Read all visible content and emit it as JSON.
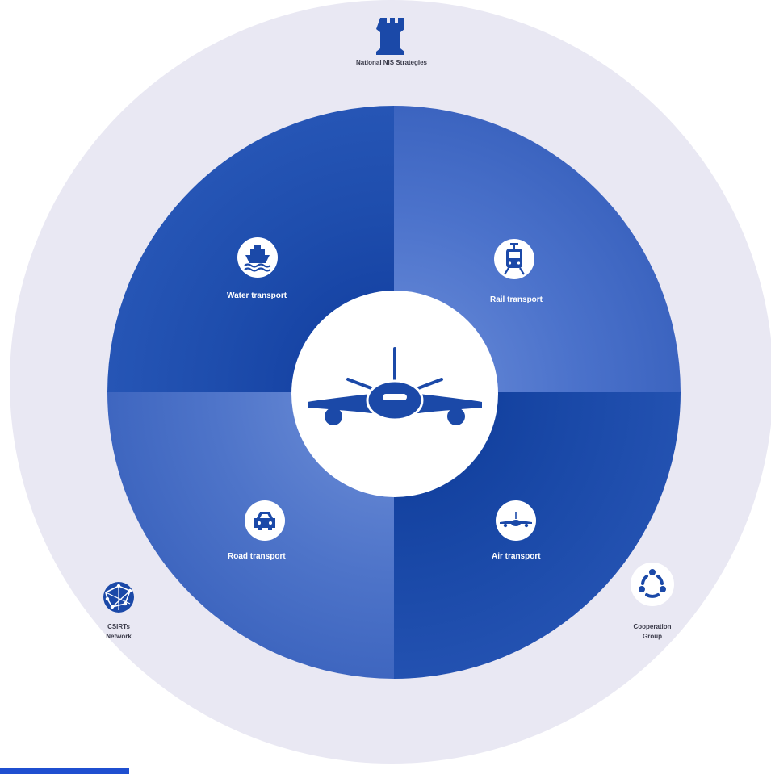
{
  "outer": {
    "top_label": "National NIS Strategies",
    "left_label_line1": "CSIRTs",
    "left_label_line2": "Network",
    "right_label_line1": "Cooperation",
    "right_label_line2": "Group"
  },
  "sectors": {
    "water": "Water transport",
    "rail": "Rail transport",
    "road": "Road transport",
    "air": "Air transport"
  },
  "center": {
    "icon": "airplane-icon"
  },
  "icons": {
    "top": "tower-icon",
    "left": "globe-network-icon",
    "right": "cooperation-circle-icon",
    "water": "ship-icon",
    "rail": "train-icon",
    "road": "car-icon",
    "air": "airplane-icon"
  },
  "colors": {
    "ring": "#e9e8f3",
    "primary": "#1b49a8",
    "light": "#6e8fda",
    "accent": "#1f4fd0"
  }
}
